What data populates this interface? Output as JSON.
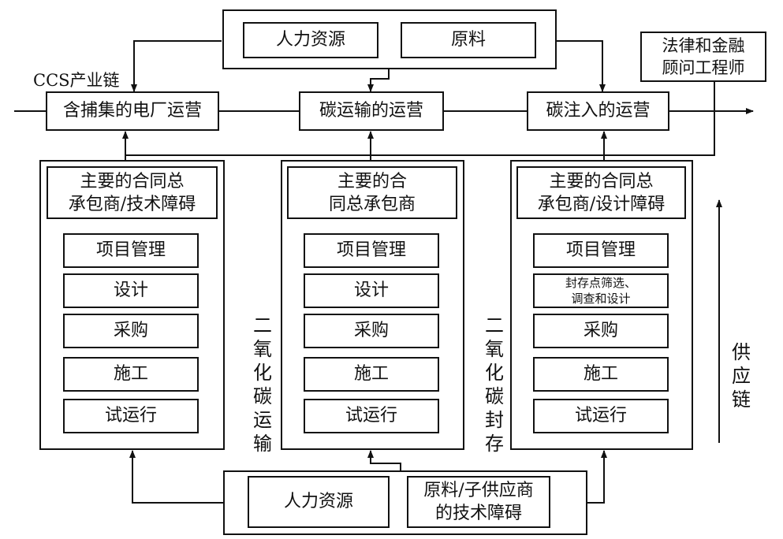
{
  "top_inputs": {
    "human": "人力资源",
    "material": "原料"
  },
  "bottom_inputs": {
    "human": "人力资源",
    "material": "原料/子供应商\n的技术障碍"
  },
  "consultant": "法律和金融\n顾问工程师",
  "chain_label": "CCS产业链",
  "chain_stages": [
    "含捕集的电厂运营",
    "碳运输的运营",
    "碳注入的运营"
  ],
  "columns": [
    {
      "header": "主要的合同总\n承包商/技术障碍",
      "items": [
        "项目管理",
        "设计",
        "采购",
        "施工",
        "试运行"
      ]
    },
    {
      "header": "主要的合\n同总承包商",
      "items": [
        "项目管理",
        "设计",
        "采购",
        "施工",
        "试运行"
      ]
    },
    {
      "header": "主要的合同总\n承包商/设计障碍",
      "items": [
        "项目管理",
        "封存点筛选、\n调查和设计",
        "采购",
        "施工",
        "试运行"
      ]
    }
  ],
  "side_labels": {
    "transport": "二氧化碳运输",
    "storage": "二氧化碳封存",
    "supply": "供应链"
  }
}
